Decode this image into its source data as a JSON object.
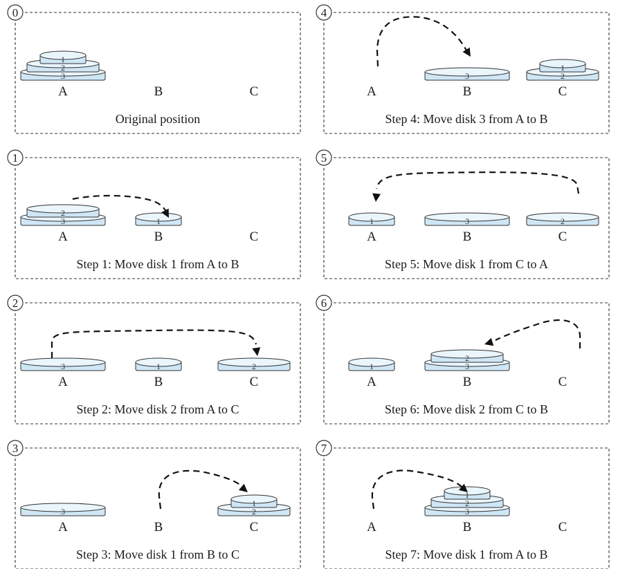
{
  "title": "",
  "pegs": [
    "A",
    "B",
    "C"
  ],
  "panels": [
    {
      "step": "0",
      "caption": "Original position",
      "towers": {
        "A": [
          3,
          2,
          1
        ],
        "B": [],
        "C": []
      },
      "move": null
    },
    {
      "step": "1",
      "caption": "Step 1: Move disk 1 from A to B",
      "towers": {
        "A": [
          3,
          2
        ],
        "B": [
          1
        ],
        "C": []
      },
      "move": {
        "disk": 1,
        "from": "A",
        "to": "B"
      }
    },
    {
      "step": "2",
      "caption": "Step 2: Move disk 2 from A to C",
      "towers": {
        "A": [
          3
        ],
        "B": [
          1
        ],
        "C": [
          2
        ]
      },
      "move": {
        "disk": 2,
        "from": "A",
        "to": "C"
      }
    },
    {
      "step": "3",
      "caption": "Step 3: Move disk 1 from B to C",
      "towers": {
        "A": [
          3
        ],
        "B": [],
        "C": [
          2,
          1
        ]
      },
      "move": {
        "disk": 1,
        "from": "B",
        "to": "C"
      }
    },
    {
      "step": "4",
      "caption": "Step 4: Move disk 3 from A to B",
      "towers": {
        "A": [],
        "B": [
          3
        ],
        "C": [
          2,
          1
        ]
      },
      "move": {
        "disk": 3,
        "from": "A",
        "to": "B"
      }
    },
    {
      "step": "5",
      "caption": "Step 5: Move disk 1 from C to A",
      "towers": {
        "A": [
          1
        ],
        "B": [
          3
        ],
        "C": [
          2
        ]
      },
      "move": {
        "disk": 1,
        "from": "C",
        "to": "A"
      }
    },
    {
      "step": "6",
      "caption": "Step 6: Move disk 2 from C to B",
      "towers": {
        "A": [
          1
        ],
        "B": [
          3,
          2
        ],
        "C": []
      },
      "move": {
        "disk": 2,
        "from": "C",
        "to": "B"
      }
    },
    {
      "step": "7",
      "caption": "Step 7: Move disk 1 from A to B",
      "towers": {
        "A": [],
        "B": [
          3,
          2,
          1
        ],
        "C": []
      },
      "move": {
        "disk": 1,
        "from": "A",
        "to": "B"
      }
    }
  ],
  "colors": {
    "disk_side": "#cfe6f5",
    "disk_top": "#eaf5fc",
    "outline": "#333333",
    "arrow": "#111111"
  }
}
